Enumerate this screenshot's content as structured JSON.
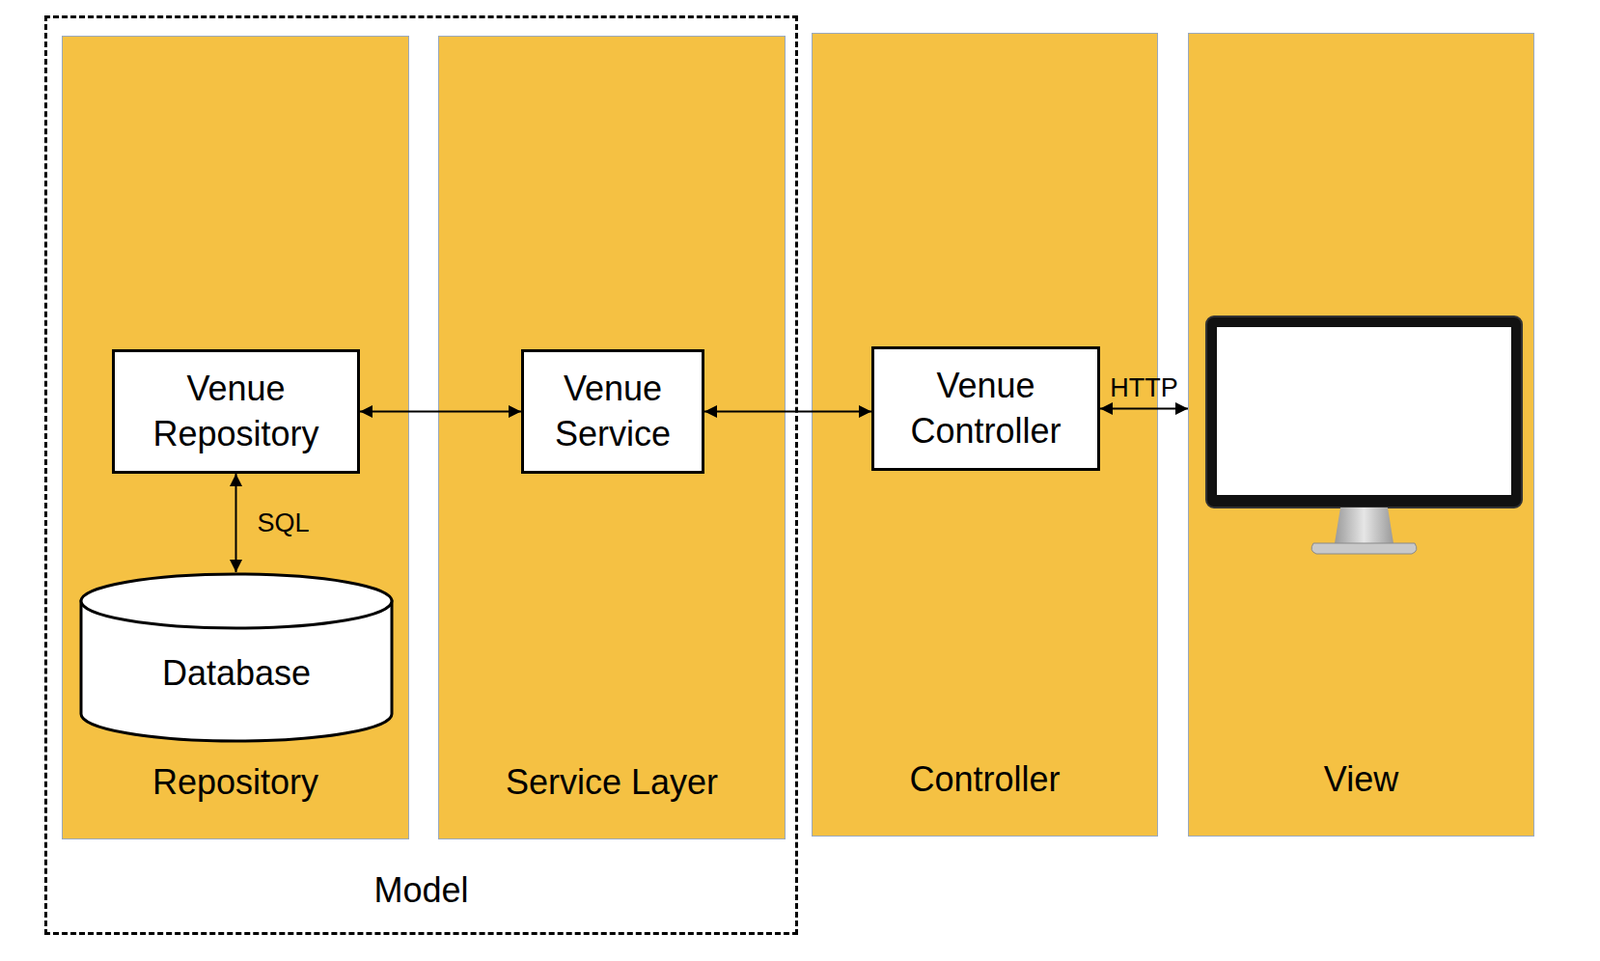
{
  "diagram": {
    "nodes": [
      {
        "text": [
          "Model"
        ]
      },
      {
        "text": [
          "Repository"
        ],
        "in": 0
      },
      {
        "text": [
          "Venue Repository"
        ],
        "in": 1
      },
      {
        "text": [
          "Database"
        ],
        "in": 1
      },
      {
        "text": [
          "Service Layer"
        ],
        "in": 0
      },
      {
        "text": [
          "Venue Service"
        ],
        "in": 4
      },
      {
        "text": [
          "Controller"
        ]
      },
      {
        "text": [
          "Venue Controller"
        ],
        "in": 6
      },
      {
        "text": [
          "View"
        ]
      }
    ],
    "edges": [
      {
        "from": 2,
        "to": 5,
        "arrow": "both"
      },
      {
        "from": 5,
        "to": 7,
        "arrow": "both"
      },
      {
        "from": 2,
        "to": 3,
        "label": "SQL",
        "arrow": "both"
      },
      {
        "from": 7,
        "to": 8,
        "label": "HTTP",
        "arrow": "both"
      }
    ]
  }
}
